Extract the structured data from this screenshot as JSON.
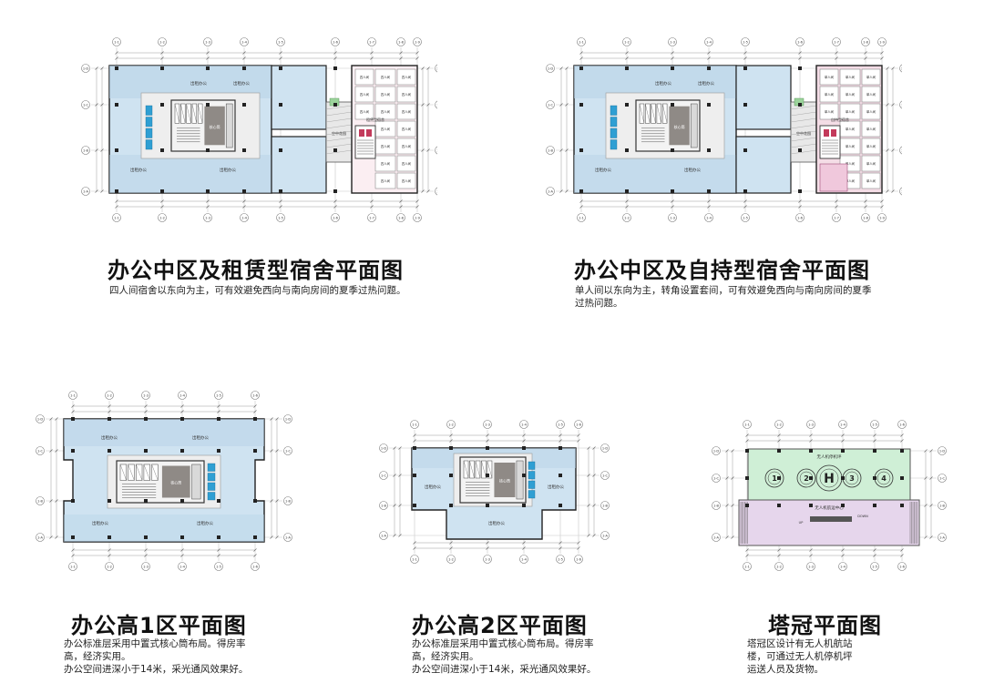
{
  "panels": [
    {
      "id": "p1",
      "title": "办公中区及租赁型宿舍平面图",
      "desc": [
        "四人间宿舍以东向为主，可有效避免西向与南向房间的夏季过热问题。"
      ],
      "labels": {
        "office": "出租办公",
        "core": "核心筒",
        "sky": "空中花园",
        "dorm": "租赁型宿舍",
        "room": "四人间"
      }
    },
    {
      "id": "p2",
      "title": "办公中区及自持型宿舍平面图",
      "desc": [
        "单人间以东向为主，转角设置套间，可有效避免西向与南向房间的夏季",
        "过热问题。"
      ],
      "labels": {
        "office": "出租办公",
        "core": "核心筒",
        "sky": "空中花园",
        "dorm": "自持型宿舍",
        "room": "单人间"
      }
    },
    {
      "id": "p3",
      "title": "办公高1区平面图",
      "desc": [
        "办公标准层采用中置式核心筒布局。得房率",
        "高，经济实用。",
        "办公空间进深小于14米，采光通风效果好。"
      ],
      "labels": {
        "office": "出租办公",
        "core": "核心筒"
      }
    },
    {
      "id": "p4",
      "title": "办公高2区平面图",
      "desc": [
        "办公标准层采用中置式核心筒布局。得房率",
        "高，经济实用。",
        "办公空间进深小于14米，采光通风效果好。"
      ],
      "labels": {
        "office": "出租办公",
        "core": "核心筒"
      }
    },
    {
      "id": "p5",
      "title": "塔冠平面图",
      "desc": [
        "塔冠区设计有无人机航站",
        "楼，可通过无人机停机坪",
        "运送人员及货物。"
      ],
      "labels": {
        "helipad": "无人机停机坪",
        "center": "无人机航运中心",
        "pads": [
          "1",
          "2",
          "H",
          "3",
          "4"
        ],
        "up": "UP",
        "down": "DOWN"
      }
    }
  ],
  "grid_labels": {
    "cols": [
      "1-1",
      "1-2",
      "1-3",
      "1-4",
      "1-5",
      "1-6",
      "1-7",
      "1-8",
      "1-9"
    ],
    "rows": [
      "1-D",
      "1-C",
      "1-B",
      "1-A"
    ]
  },
  "colors": {
    "office_blue": "#cfe3f1",
    "office_blue_dark": "#b9d4e8",
    "core_gray": "#8f8a86",
    "dorm_pink": "#f4dde6",
    "helipad_green": "#cfefd6",
    "center_purple": "#e6d6ec",
    "glass_blue": "#2f9fd3"
  }
}
